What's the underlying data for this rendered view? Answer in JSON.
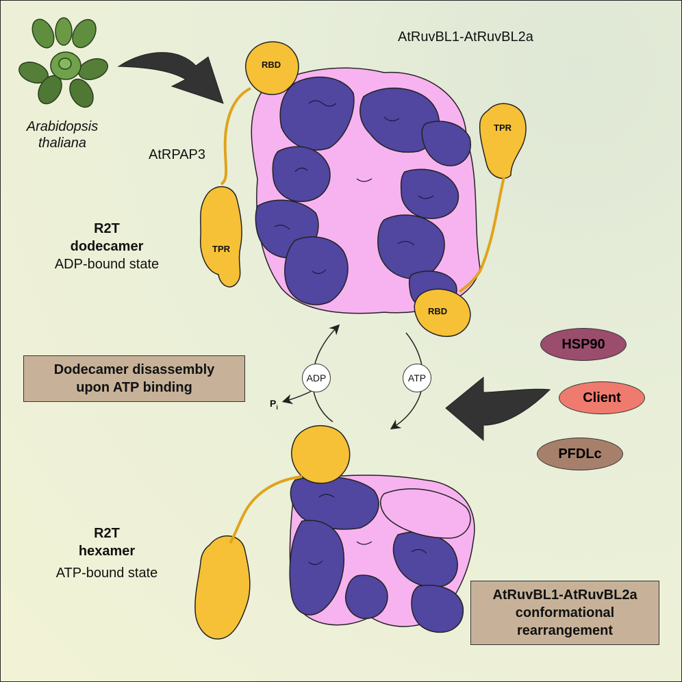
{
  "title": "AtRuvBL1-AtRuvBL2a",
  "organism": {
    "genus": "Arabidopsis",
    "species": "thaliana"
  },
  "adapter": "AtRPAP3",
  "domains": {
    "rbd": "RBD",
    "tpr": "TPR"
  },
  "dodecamer": {
    "line1": "R2T",
    "line2": "dodecamer",
    "state": "ADP-bound state"
  },
  "hexamer": {
    "line1": "R2T",
    "line2": "hexamer",
    "state": "ATP-bound state"
  },
  "cycle": {
    "adp": "ADP",
    "atp": "ATP",
    "pi_main": "P",
    "pi_sub": "i"
  },
  "boxes": {
    "disassembly": [
      "Dodecamer disassembly",
      "upon ATP binding"
    ],
    "rearrangement": [
      "AtRuvBL1-AtRuvBL2a",
      "conformational",
      "rearrangement"
    ]
  },
  "partners": [
    {
      "label": "HSP90",
      "color": "#9a4d6c"
    },
    {
      "label": "Client",
      "color": "#ef7b6e"
    },
    {
      "label": "PFDLc",
      "color": "#a7806c"
    }
  ],
  "colors": {
    "ruvbl1": "#5146a0",
    "ruvbl2": "#f7b3ef",
    "rpap3": "#f6c136",
    "box": "#c7b299",
    "arrow": "#333333"
  }
}
